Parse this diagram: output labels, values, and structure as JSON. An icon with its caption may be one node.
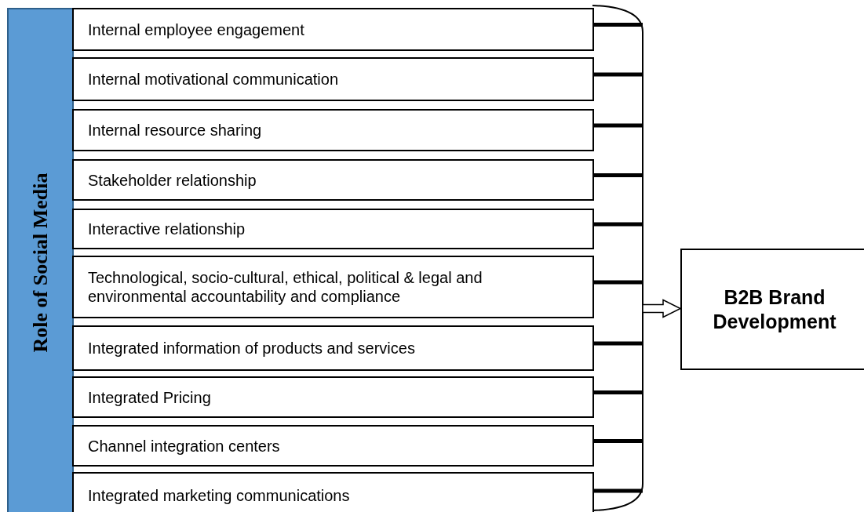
{
  "diagram": {
    "nodes": [
      {
        "text": [
          "Role of Social Media"
        ]
      },
      {
        "text": [
          "Internal employee engagement"
        ]
      },
      {
        "text": [
          "Internal motivational communication"
        ]
      },
      {
        "text": [
          "Internal resource sharing"
        ]
      },
      {
        "text": [
          "Stakeholder relationship"
        ]
      },
      {
        "text": [
          "Interactive relationship"
        ]
      },
      {
        "text": [
          "Technological, socio-cultural, ethical, political & legal and environmental accountability and compliance"
        ]
      },
      {
        "text": [
          "Integrated information of products and services"
        ]
      },
      {
        "text": [
          "Integrated Pricing"
        ]
      },
      {
        "text": [
          "Channel integration centers"
        ]
      },
      {
        "text": [
          "Integrated marketing communications"
        ]
      },
      {
        "text": [],
        "shape": "bracket"
      },
      {
        "text": [
          "B2B Brand Development"
        ]
      }
    ],
    "edges": [
      {
        "from": 1,
        "to": 11,
        "arrow": "none"
      },
      {
        "from": 2,
        "to": 11,
        "arrow": "none"
      },
      {
        "from": 3,
        "to": 11,
        "arrow": "none"
      },
      {
        "from": 4,
        "to": 11,
        "arrow": "none"
      },
      {
        "from": 5,
        "to": 11,
        "arrow": "none"
      },
      {
        "from": 6,
        "to": 11,
        "arrow": "none"
      },
      {
        "from": 7,
        "to": 11,
        "arrow": "none"
      },
      {
        "from": 8,
        "to": 11,
        "arrow": "none"
      },
      {
        "from": 9,
        "to": 11,
        "arrow": "none"
      },
      {
        "from": 10,
        "to": 11,
        "arrow": "none"
      },
      {
        "from": 11,
        "to": 12,
        "arrow": "to"
      }
    ]
  }
}
